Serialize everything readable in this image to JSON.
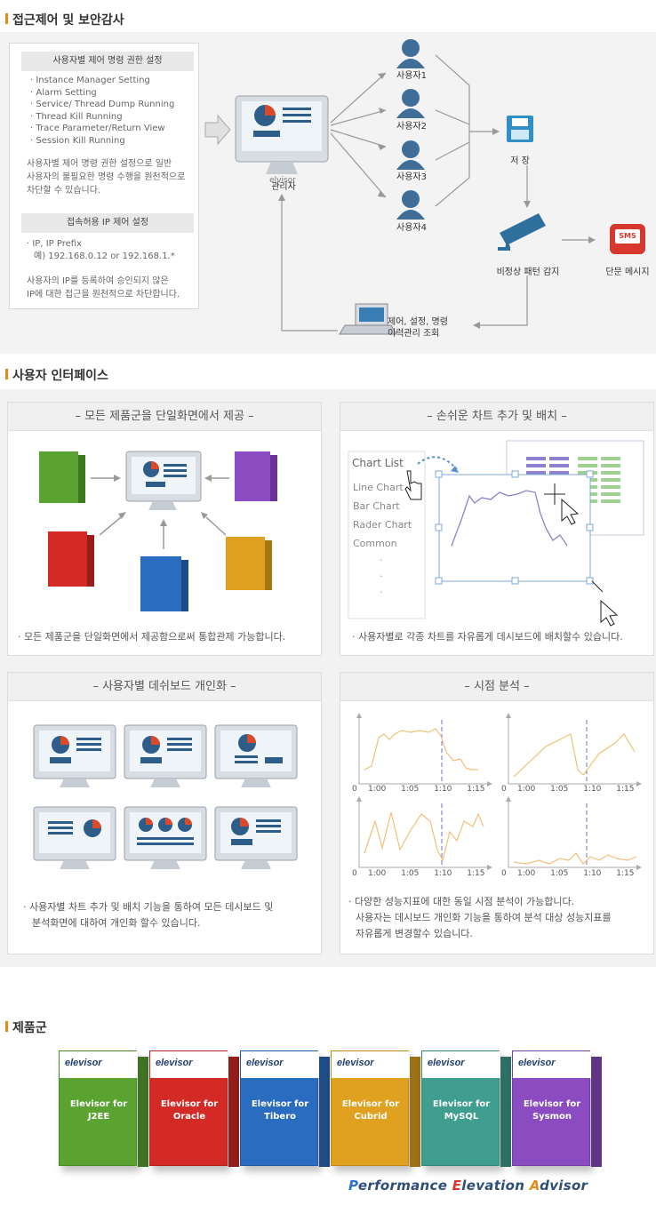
{
  "access": {
    "title": "접근제어 및 보안감사",
    "cmd_panel": {
      "header": "사용자별 제어 명령 권한 설정",
      "items": [
        "· Instance Manager Setting",
        "· Alarm Setting",
        "· Service/ Thread Dump Running",
        "· Thread Kill Running",
        "· Trace Parameter/Return View",
        "· Session Kill Running"
      ],
      "note_line1": "사용자별 제어 명령 권한 설정으로 일반",
      "note_line2": "사용자의 불필요한 명령 수행을 원천적으로",
      "note_line3": "차단할 수 있습니다."
    },
    "ip_panel": {
      "header": "접속허용 IP 제어 설정",
      "line1": "· IP, IP Prefix",
      "line2": "예) 192.168.0.12 or 192.168.1.*",
      "note_line1": "사용자의 IP를 등록하여 승인되지 않은",
      "note_line2": "IP에 대한 접근을 원천적으로 차단합니다."
    },
    "admin_label": "관리자",
    "users": [
      "사용자1",
      "사용자2",
      "사용자3",
      "사용자4"
    ],
    "store_label": "저 장",
    "detect_label": "비정상 패턴 감지",
    "sms_label": "단문 메시지",
    "sms_icon_text": "SMS",
    "history_line1": "제어, 설정, 명령",
    "history_line2": "이력관리 조회",
    "monitor_brand": "elvisor"
  },
  "ui": {
    "title": "사용자 인터페이스",
    "cards": [
      {
        "title": "– 모든 제품군을 단일화면에서 제공 –",
        "caption": "· 모든 제품군을 단일화면에서 제공함으로써 통합관제 가능합니다."
      },
      {
        "title": "– 손쉬운 차트 추가 및 배치 –",
        "caption": "· 사용자별로 각종 차트를 자유롭게 데시보드에 배치할수 있습니다."
      },
      {
        "title": "– 사용자별 데쉬보드 개인화 –",
        "caption_line1": "· 사용자별 차트 추가 및 배치 기능을 통하여 모든 데시보드 및",
        "caption_line2": "분석화면에 대하여 개인화 할수 있습니다."
      },
      {
        "title": "– 시점 분석 –",
        "caption_line1": "· 다양한 성능지표에 대한 동일 시점 분석이 가능합니다.",
        "caption_line2": "사용자는 데시보드 개인화 기능을 통하여 분석 대상 성능지표를",
        "caption_line3": "자유롭게 변경할수 있습니다."
      }
    ],
    "chart_list": {
      "header": "Chart List",
      "items": [
        "Line Chart",
        "Bar Chart",
        "Rader Chart",
        "Common"
      ]
    },
    "time_axis": {
      "zero": "0",
      "ticks": [
        "1:00",
        "1:05",
        "1:10",
        "1:15"
      ]
    }
  },
  "products": {
    "title": "제품군",
    "boxes": [
      {
        "name": "Elevisor for J2EE",
        "line1": "Elevisor for",
        "line2": "J2EE",
        "color": "#5aa330"
      },
      {
        "name": "Elevisor for Oracle",
        "line1": "Elevisor for",
        "line2": "Oracle",
        "color": "#d42a26"
      },
      {
        "name": "Elevisor for Tibero",
        "line1": "Elevisor for",
        "line2": "Tibero",
        "color": "#2a6cc0"
      },
      {
        "name": "Elevisor for Cubrid",
        "line1": "Elevisor for",
        "line2": "Cubrid",
        "color": "#e0a020"
      },
      {
        "name": "Elevisor for MySQL",
        "line1": "Elevisor for",
        "line2": "MySQL",
        "color": "#3f9e8f"
      },
      {
        "name": "Elevisor for Sysmon",
        "line1": "Elevisor for",
        "line2": "Sysmon",
        "color": "#8a4cc0"
      }
    ],
    "brand_logo": "elevisor",
    "slogan": {
      "p": "P",
      "p_rest": "erformance ",
      "e": "E",
      "e_rest": "levation ",
      "a": "A",
      "a_rest": "dvisor"
    }
  }
}
